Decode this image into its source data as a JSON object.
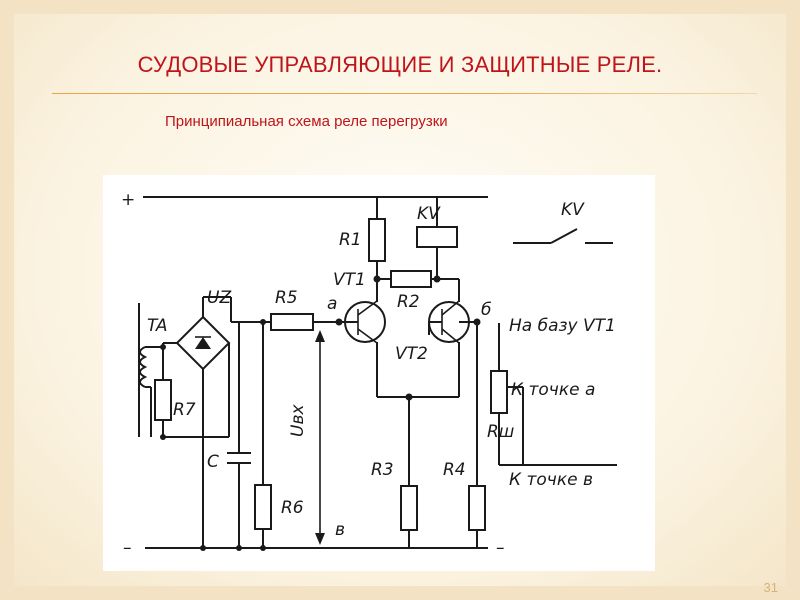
{
  "slide": {
    "title": "СУДОВЫЕ УПРАВЛЯЮЩИЕ И ЗАЩИТНЫЕ РЕЛЕ.",
    "subtitle": "Принципиальная схема реле перегрузки",
    "page_number": "31"
  },
  "diagram": {
    "labels": {
      "plus": "+",
      "minus_left": "–",
      "minus_right": "–",
      "r1": "R1",
      "kv_coil": "KV",
      "kv_contact": "KV",
      "vt1": "VT1",
      "vt2": "VT2",
      "r2": "R2",
      "r5": "R5",
      "uz": "UZ",
      "ta": "TA",
      "r7": "R7",
      "c": "C",
      "r6": "R6",
      "r3": "R3",
      "r4": "R4",
      "u_in": "Uвх",
      "node_a": "а",
      "node_b": "б",
      "node_v": "в",
      "to_base_vt1": "На базу VT1",
      "to_point_a": "К точке а",
      "r_sh": "Rш",
      "to_point_v": "К точке в"
    }
  }
}
